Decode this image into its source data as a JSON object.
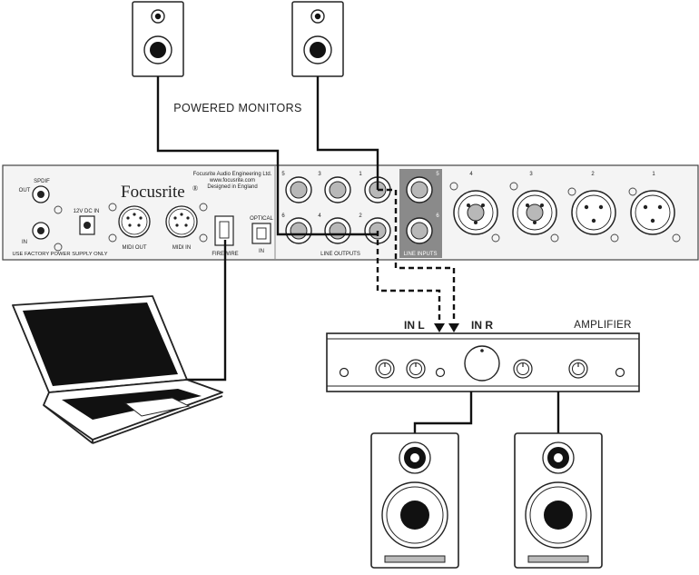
{
  "labels": {
    "powered_monitors": "POWERED MONITORS",
    "amplifier": "AMPLIFIER",
    "in_l": "IN L",
    "in_r": "IN R"
  },
  "interface": {
    "brand": "Focusrite",
    "brand_mark": "®",
    "maker_line1": "Focusrite Audio Engineering Ltd.",
    "maker_line2": "www.focusrite.com",
    "maker_line3": "Designed in England",
    "spdif": "SPDIF",
    "spdif_out": "OUT",
    "spdif_in": "IN",
    "dc_in": "12V DC IN",
    "power_note": "USE FACTORY POWER SUPPLY ONLY",
    "midi_out": "MIDI OUT",
    "midi_in": "MIDI IN",
    "firewire": "FIREWIRE",
    "optical": "OPTICAL",
    "optical_in": "IN",
    "line_outputs": "LINE OUTPUTS",
    "line_inputs": "LINE INPUTS",
    "out_top": [
      "5",
      "3",
      "1"
    ],
    "out_bottom": [
      "6",
      "4",
      "2"
    ],
    "in_top": "5",
    "in_bottom": "6",
    "mic_numbers": [
      "4",
      "3",
      "2",
      "1"
    ]
  },
  "colors": {
    "stroke": "#222222",
    "panel_fill": "#f4f4f4",
    "highlight_fill": "#8a8a8a",
    "jack_fill": "#b8b8b8"
  }
}
